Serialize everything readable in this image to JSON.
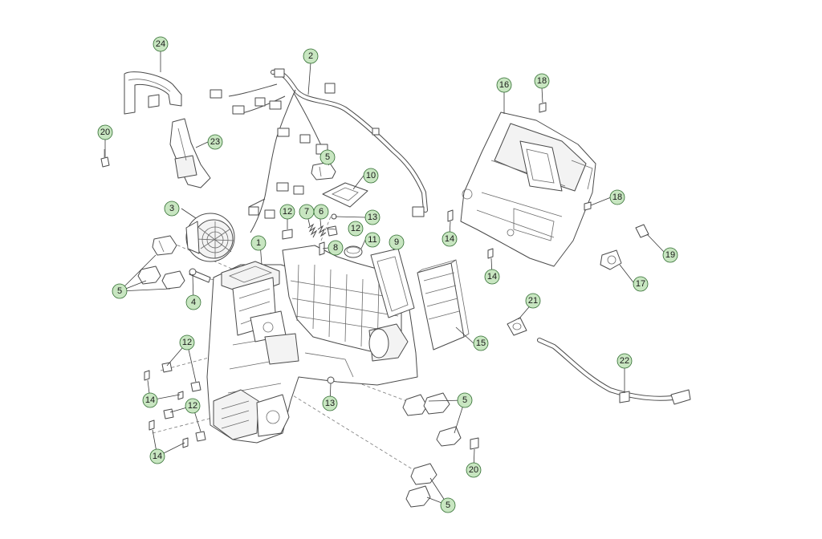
{
  "diagram": {
    "kind": "exploded-parts-view",
    "callout_color": "#c8e6c1",
    "callouts": [
      {
        "id": "c24",
        "label": "24"
      },
      {
        "id": "c2",
        "label": "2"
      },
      {
        "id": "c16",
        "label": "16"
      },
      {
        "id": "c18a",
        "label": "18"
      },
      {
        "id": "c20a",
        "label": "20"
      },
      {
        "id": "c23",
        "label": "23"
      },
      {
        "id": "c5a",
        "label": "5"
      },
      {
        "id": "c10",
        "label": "10"
      },
      {
        "id": "c18b",
        "label": "18"
      },
      {
        "id": "c3",
        "label": "3"
      },
      {
        "id": "c12a",
        "label": "12"
      },
      {
        "id": "c7",
        "label": "7"
      },
      {
        "id": "c6",
        "label": "6"
      },
      {
        "id": "c13a",
        "label": "13"
      },
      {
        "id": "c12b",
        "label": "12"
      },
      {
        "id": "c14a",
        "label": "14"
      },
      {
        "id": "c19",
        "label": "19"
      },
      {
        "id": "c1",
        "label": "1"
      },
      {
        "id": "c8",
        "label": "8"
      },
      {
        "id": "c11",
        "label": "11"
      },
      {
        "id": "c9",
        "label": "9"
      },
      {
        "id": "c14b",
        "label": "14"
      },
      {
        "id": "c17",
        "label": "17"
      },
      {
        "id": "c5b",
        "label": "5"
      },
      {
        "id": "c4",
        "label": "4"
      },
      {
        "id": "c21",
        "label": "21"
      },
      {
        "id": "c15",
        "label": "15"
      },
      {
        "id": "c12c",
        "label": "12"
      },
      {
        "id": "c22",
        "label": "22"
      },
      {
        "id": "c14c",
        "label": "14"
      },
      {
        "id": "c13b",
        "label": "13"
      },
      {
        "id": "c5c",
        "label": "5"
      },
      {
        "id": "c12d",
        "label": "12"
      },
      {
        "id": "c14d",
        "label": "14"
      },
      {
        "id": "c20b",
        "label": "20"
      },
      {
        "id": "c5d",
        "label": "5"
      }
    ]
  }
}
